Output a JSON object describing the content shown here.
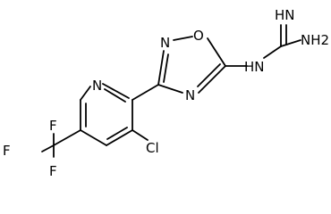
{
  "structure": {
    "title": "",
    "atom_labels": {
      "n_pyridine": "N",
      "n_oxadiazole_top": "N",
      "o_oxadiazole": "O",
      "n_oxadiazole_bottom": "N",
      "chlorine": "Cl",
      "nh_linker": "HN",
      "imine": "HN",
      "amine": "NH2",
      "fluorine_top": "F",
      "fluorine_left": "F",
      "fluorine_bottom": "F"
    }
  }
}
